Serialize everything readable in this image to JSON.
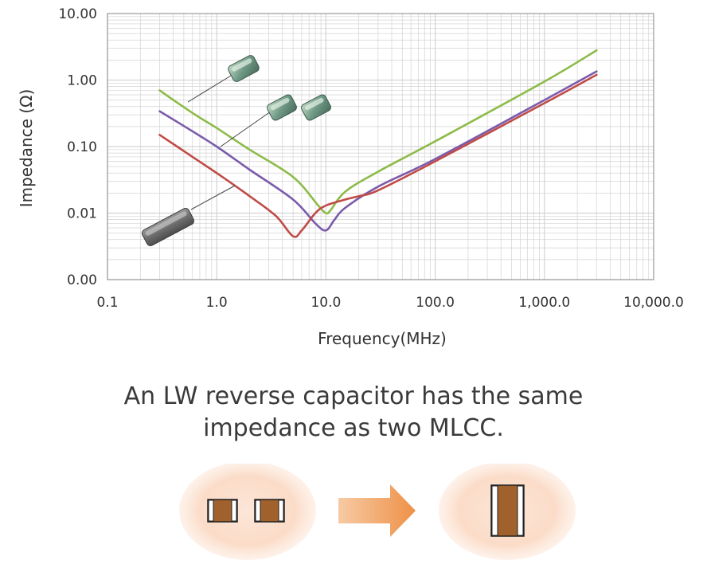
{
  "chart_data": {
    "type": "line",
    "xlabel": "Frequency(MHz)",
    "ylabel": "Impedance (Ω)",
    "x_scale": "log",
    "y_scale": "log",
    "xlim": [
      0.1,
      10000
    ],
    "ylim": [
      0.001,
      10
    ],
    "grid": true,
    "x_tick_labels": [
      "0.1",
      "1.0",
      "10.0",
      "100.0",
      "1,000.0",
      "10,000.0"
    ],
    "y_tick_labels": [
      "10.00",
      "1.00",
      "0.10",
      "0.01",
      "0.00"
    ],
    "series": [
      {
        "color": "#8dbb48",
        "x": [
          0.3,
          0.6,
          1.0,
          2.0,
          5.0,
          8.5,
          10.0,
          11.0,
          15.0,
          30.0,
          100.0,
          1000.0,
          3000.0
        ],
        "y": [
          0.7,
          0.32,
          0.19,
          0.09,
          0.035,
          0.013,
          0.01,
          0.011,
          0.021,
          0.042,
          0.12,
          0.95,
          2.8
        ]
      },
      {
        "color": "#7b5bab",
        "x": [
          0.3,
          0.6,
          1.0,
          2.0,
          5.0,
          8.0,
          10.0,
          12.0,
          15.0,
          30.0,
          100.0,
          1000.0,
          3000.0
        ],
        "y": [
          0.34,
          0.17,
          0.1,
          0.045,
          0.016,
          0.007,
          0.0055,
          0.008,
          0.012,
          0.025,
          0.065,
          0.5,
          1.35
        ]
      },
      {
        "color": "#c04b47",
        "x": [
          0.3,
          0.6,
          1.0,
          2.0,
          3.5,
          5.0,
          6.0,
          8.0,
          10.0,
          15.0,
          20.0,
          30.0,
          100.0,
          1000.0,
          3000.0
        ],
        "y": [
          0.15,
          0.07,
          0.04,
          0.018,
          0.009,
          0.0045,
          0.0055,
          0.01,
          0.013,
          0.016,
          0.018,
          0.022,
          0.06,
          0.45,
          1.2
        ]
      }
    ]
  },
  "caption": {
    "line1": "An LW reverse capacitor has the same",
    "line2": "impedance as two MLCC."
  },
  "colors": {
    "grid": "#d3d3d3",
    "frame": "#9a9a9a",
    "chip_body": "#a0612c",
    "bubble": "#fbe0cf",
    "arrow": "#ef9e5c"
  },
  "icons": [
    "mlcc-chip-icon",
    "lw-reverse-capacitor-icon",
    "right-arrow-icon"
  ]
}
